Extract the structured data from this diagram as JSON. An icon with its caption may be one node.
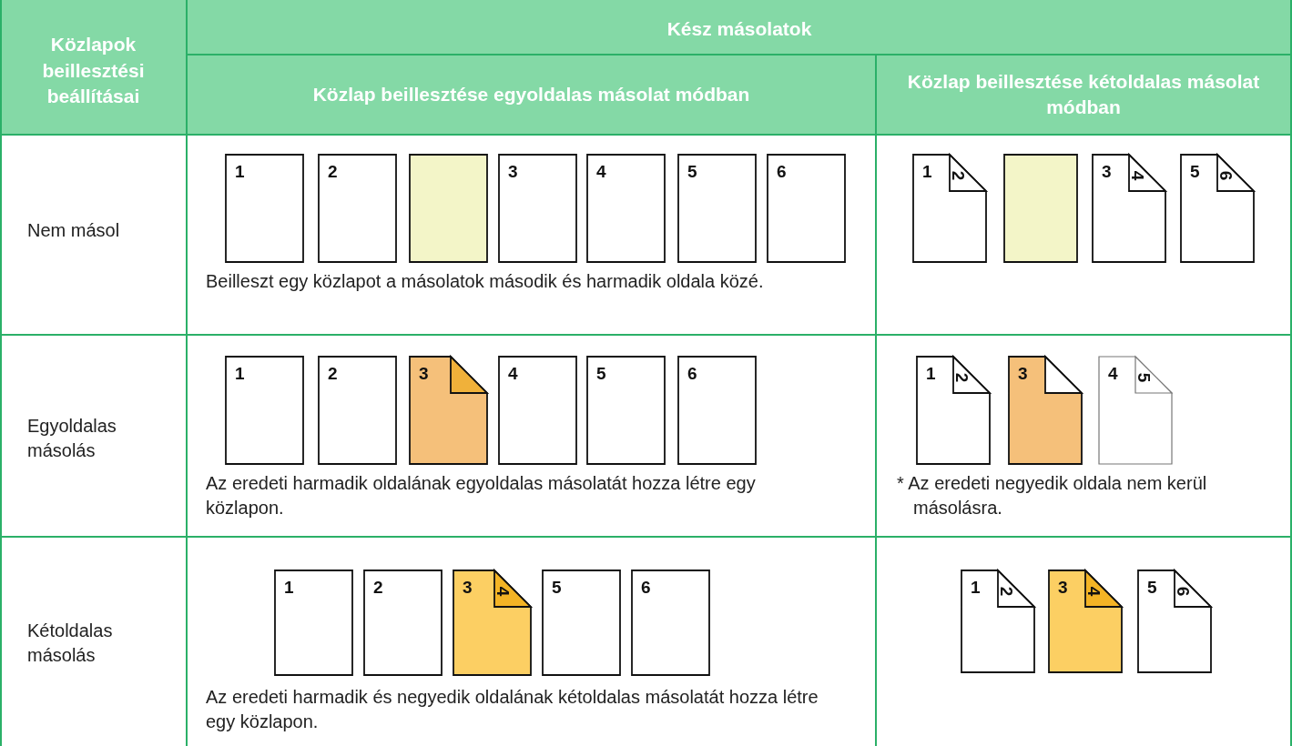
{
  "diagram": {
    "nodes": [
      {
        "text": [
          "1"
        ]
      },
      {
        "text": [
          "2"
        ]
      },
      {
        "text": [],
        "shape": "box"
      },
      {
        "text": [
          "3"
        ]
      },
      {
        "text": [
          "4"
        ]
      },
      {
        "text": [
          "5"
        ]
      },
      {
        "text": [
          "6"
        ]
      },
      {
        "text": [
          "1",
          "2"
        ]
      },
      {
        "text": [],
        "shape": "box"
      },
      {
        "text": [
          "3",
          "4"
        ]
      },
      {
        "text": [
          "5",
          "6"
        ]
      },
      {
        "text": [
          "1"
        ]
      },
      {
        "text": [
          "2"
        ]
      },
      {
        "text": [
          "3"
        ]
      },
      {
        "text": [
          "4"
        ]
      },
      {
        "text": [
          "5"
        ]
      },
      {
        "text": [
          "6"
        ]
      },
      {
        "text": [
          "1",
          "2"
        ]
      },
      {
        "text": [
          "3"
        ]
      },
      {
        "text": [
          "4",
          "5"
        ]
      },
      {
        "text": [
          "1"
        ]
      },
      {
        "text": [
          "2"
        ]
      },
      {
        "text": [
          "3",
          "4"
        ]
      },
      {
        "text": [
          "5"
        ]
      },
      {
        "text": [
          "6"
        ]
      },
      {
        "text": [
          "1",
          "2"
        ]
      },
      {
        "text": [
          "3",
          "4"
        ]
      },
      {
        "text": [
          "5",
          "6"
        ]
      }
    ],
    "edges": [],
    "labels": [
      "Közlapok beillesztési beállításai",
      "Kész másolatok",
      "Közlap beillesztése egyoldalas másolat módban",
      "Közlap beillesztése kétoldalas másolat módban",
      "Nem másol",
      "Beilleszt egy közlapot a másolatok második és harmadik oldala közé.",
      "Egyoldalas másolás",
      "Az eredeti harmadik oldalának egyoldalas másolatát hozza létre egy közlapon.",
      "* Az eredeti negyedik oldala nem kerül másolásra.",
      "Kétoldalas másolás",
      "Az eredeti harmadik és negyedik oldalának kétoldalas másolatát hozza létre egy közlapon."
    ]
  }
}
